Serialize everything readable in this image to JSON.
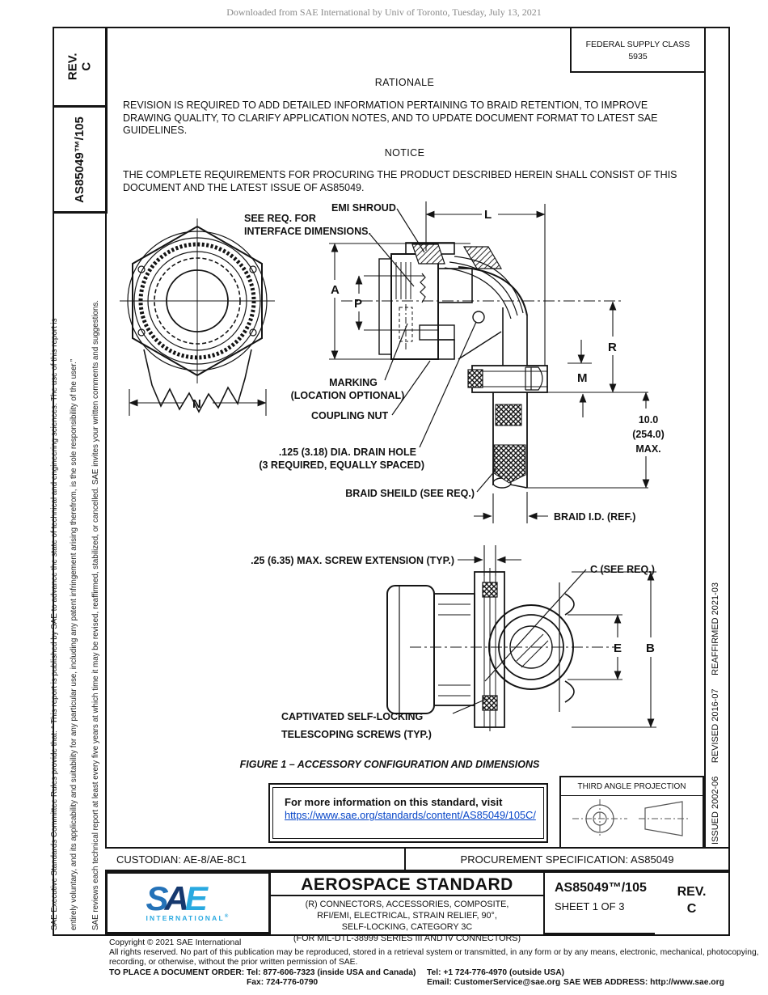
{
  "watermark": "Downloaded from SAE International by Univ of Toronto, Tuesday, July 13, 2021",
  "left_strip": {
    "rev_line1": "REV.",
    "rev_line2": "C",
    "doc_number": "AS85049™/105",
    "legal_line1": "SAE Executive Standards Committee Rules provide that: “ This report is published by SAE to advance the state of technical and engineering sciences. The use of this report is",
    "legal_line2": "entirely voluntary, and its applicability and suitability for any particular use, including any patent infringement arising therefrom, is the sole responsibility of the user.”",
    "legal_line3": "SAE reviews each technical report at least every five years at which time it may be revised, reaffirmed, stabilized, or cancelled. SAE invites your written comments and suggestions."
  },
  "right_strip": {
    "history": "ISSUED 2002-06  REVISED 2016-07  REAFFIRMED 2021-03"
  },
  "header": {
    "fsc_line1": "FEDERAL SUPPLY CLASS",
    "fsc_line2": "5935"
  },
  "rationale": {
    "title": "RATIONALE",
    "body": "REVISION IS REQUIRED TO ADD DETAILED INFORMATION PERTAINING TO BRAID RETENTION, TO IMPROVE DRAWING QUALITY, TO CLARIFY APPLICATION NOTES, AND TO UPDATE DOCUMENT FORMAT TO LATEST SAE GUIDELINES."
  },
  "notice": {
    "title": "NOTICE",
    "body": "THE COMPLETE REQUIREMENTS FOR PROCURING THE PRODUCT DESCRIBED HEREIN SHALL CONSIST OF THIS DOCUMENT AND THE LATEST ISSUE OF AS85049."
  },
  "fig": {
    "emi_shroud": "EMI SHROUD",
    "see_req_line1": "SEE REQ. FOR",
    "see_req_line2": "INTERFACE DIMENSIONS.",
    "marking_line1": "MARKING",
    "marking_line2": "(LOCATION OPTIONAL)",
    "coupling_nut": "COUPLING NUT",
    "drain_line1": ".125 (3.18) DIA. DRAIN HOLE",
    "drain_line2": "(3 REQUIRED, EQUALLY SPACED)",
    "braid_shield": "BRAID SHEILD (SEE REQ.)",
    "braid_id": "BRAID I.D. (REF.)",
    "screw_ext": ".25 (6.35) MAX. SCREW EXTENSION (TYP.)",
    "c_see_req": "C (SEE REQ.)",
    "captivated_line1": "CAPTIVATED SELF-LOCKING",
    "captivated_line2": "TELESCOPING SCREWS (TYP.)",
    "dim_L": "L",
    "dim_A": "A",
    "dim_P": "P",
    "dim_R": "R",
    "dim_M": "M",
    "dim_N": "N",
    "dim_E": "E",
    "dim_B": "B",
    "max_line1": "10.0",
    "max_line2": "(254.0)",
    "max_line3": "MAX.",
    "caption": "FIGURE 1 – ACCESSORY CONFIGURATION AND DIMENSIONS"
  },
  "info_box": {
    "line1": "For more information on this standard, visit",
    "link": "https://www.sae.org/standards/content/AS85049/105C/"
  },
  "projection": {
    "title": "THIRD ANGLE PROJECTION"
  },
  "custodian_row": {
    "custodian": "CUSTODIAN: AE-8/AE-8C1",
    "procurement": "PROCUREMENT SPECIFICATION: AS85049"
  },
  "title_block": {
    "logo_s": "S",
    "logo_a": "A",
    "logo_e": "E",
    "logo_intl": "INTERNATIONAL",
    "logo_reg": "®",
    "title": "AEROSPACE STANDARD",
    "subtitle_line1": "(R) CONNECTORS, ACCESSORIES, COMPOSITE,",
    "subtitle_line2": "RFI/EMI, ELECTRICAL, STRAIN RELIEF, 90°,",
    "subtitle_line3": "SELF-LOCKING, CATEGORY 3C",
    "subtitle_line4": "(FOR MIL-DTL-38999 SERIES III AND IV CONNECTORS)",
    "doc_number": "AS85049™/105",
    "sheet": "SHEET 1 OF 3",
    "rev_line1": "REV.",
    "rev_line2": "C"
  },
  "footer": {
    "copyright": "Copyright © 2021 SAE International",
    "rights_line1": "All rights reserved. No part of this publication may be reproduced, stored in a retrieval system or transmitted, in any form or by any means, electronic, mechanical, photocopying,",
    "rights_line2": "recording, or otherwise, without the prior written permission of SAE.",
    "order_label": "TO PLACE A DOCUMENT ORDER:",
    "tel_inside": "Tel: 877-606-7323 (inside USA and Canada)",
    "tel_outside": "Tel: +1 724-776-4970 (outside USA)",
    "fax": "Fax: 724-776-0790",
    "email": "Email: CustomerService@sae.org",
    "web": "SAE WEB ADDRESS: http://www.sae.org"
  },
  "colors": {
    "link_blue": "#0645c8",
    "logo_blue_medium": "#2472b8",
    "logo_blue_dark": "#15386e",
    "logo_blue_light": "#29a9e0",
    "watermark_gray": "#8a8a8a",
    "line_black": "#141414"
  }
}
